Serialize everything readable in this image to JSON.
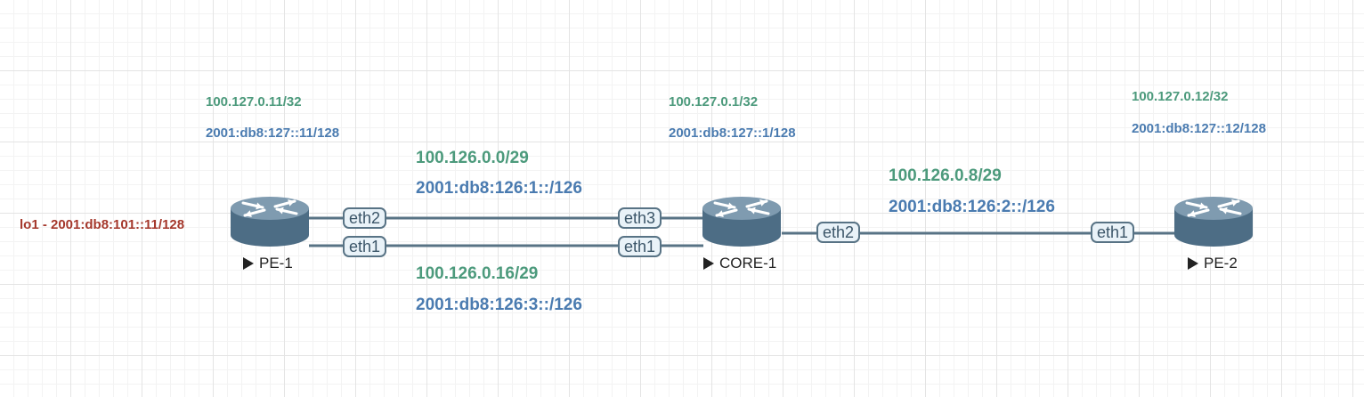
{
  "colors": {
    "ipv4": "#4c9a7c",
    "ipv6": "#4a7bb0",
    "loopback": "#a5382c",
    "link": "#587385",
    "port_fill": "#e9f2f8",
    "router_body": "#4d6d85",
    "router_top": "#7f9bb0"
  },
  "nodes": {
    "pe1": {
      "name": "PE-1",
      "ipv4_loopback": "100.127.0.11/32",
      "ipv6_loopback": "2001:db8:127::11/128",
      "extra_loopback": "lo1 - 2001:db8:101::11/128",
      "icon": "router-icon"
    },
    "core1": {
      "name": "CORE-1",
      "ipv4_loopback": "100.127.0.1/32",
      "ipv6_loopback": "2001:db8:127::1/128",
      "icon": "router-icon"
    },
    "pe2": {
      "name": "PE-2",
      "ipv4_loopback": "100.127.0.12/32",
      "ipv6_loopback": "2001:db8:127::12/128",
      "icon": "router-icon"
    }
  },
  "links": {
    "pe1_core1_a": {
      "ipv4_subnet": "100.126.0.0/29",
      "ipv6_subnet": "2001:db8:126:1::/126",
      "a_port": "eth2",
      "b_port": "eth3"
    },
    "pe1_core1_b": {
      "ipv4_subnet": "100.126.0.16/29",
      "ipv6_subnet": "2001:db8:126:3::/126",
      "a_port": "eth1",
      "b_port": "eth1"
    },
    "core1_pe2": {
      "ipv4_subnet": "100.126.0.8/29",
      "ipv6_subnet": "2001:db8:126:2::/126",
      "a_port": "eth2",
      "b_port": "eth1"
    }
  }
}
